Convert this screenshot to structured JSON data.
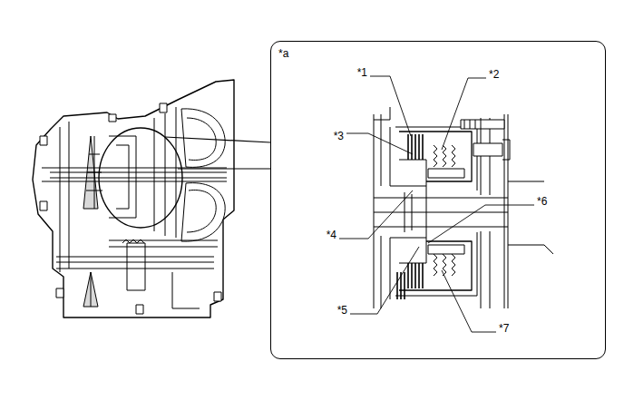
{
  "diagram": {
    "nodes": [
      {
        "text": [
          "*a"
        ]
      }
    ],
    "labels": [
      "*1",
      "*2",
      "*3",
      "*4",
      "*5",
      "*6",
      "*7"
    ]
  }
}
